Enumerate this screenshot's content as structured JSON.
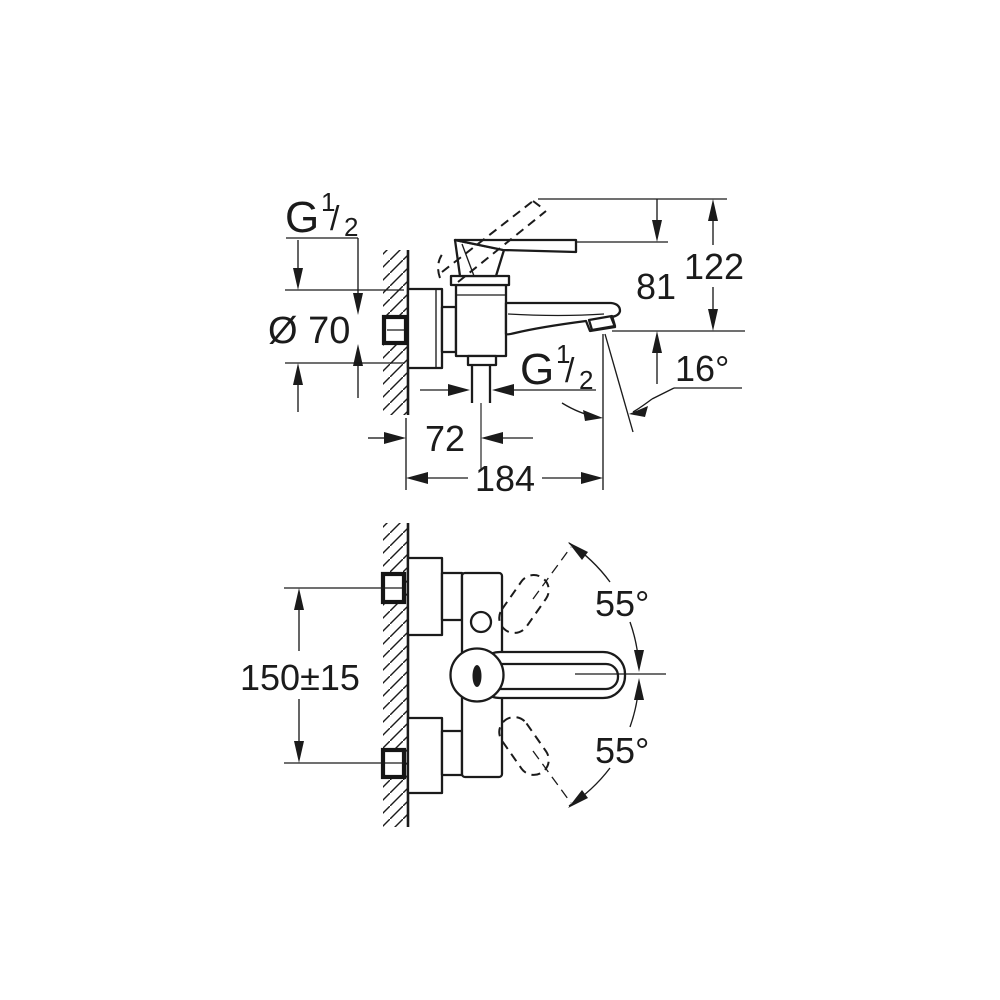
{
  "top_view": {
    "inlet_thread_g": "G",
    "inlet_thread_num": "1",
    "inlet_thread_slash": "/",
    "inlet_thread_den": "2",
    "escutcheon_diameter": "Ø 70",
    "overall_height": "122",
    "spout_height": "81",
    "stream_angle": "16°",
    "outlet_thread_g": "G",
    "outlet_thread_num": "1",
    "outlet_thread_slash": "/",
    "outlet_thread_den": "2",
    "wall_to_outlet": "72",
    "overall_depth": "184"
  },
  "front_view": {
    "mounting_distance": "150±15",
    "swing_up": "55°",
    "swing_down": "55°"
  },
  "colors": {
    "line": "#1b1b1b",
    "background": "#ffffff"
  }
}
